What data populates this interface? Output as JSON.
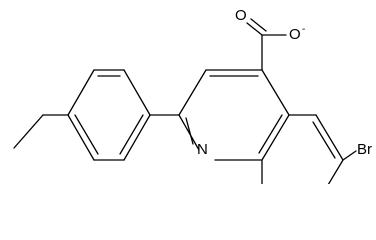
{
  "molecule": {
    "atoms": {
      "oxygen_double": "O",
      "oxygen_single": "O",
      "oxygen_charge": "-",
      "nitrogen": "N",
      "bromine": "Br"
    }
  }
}
